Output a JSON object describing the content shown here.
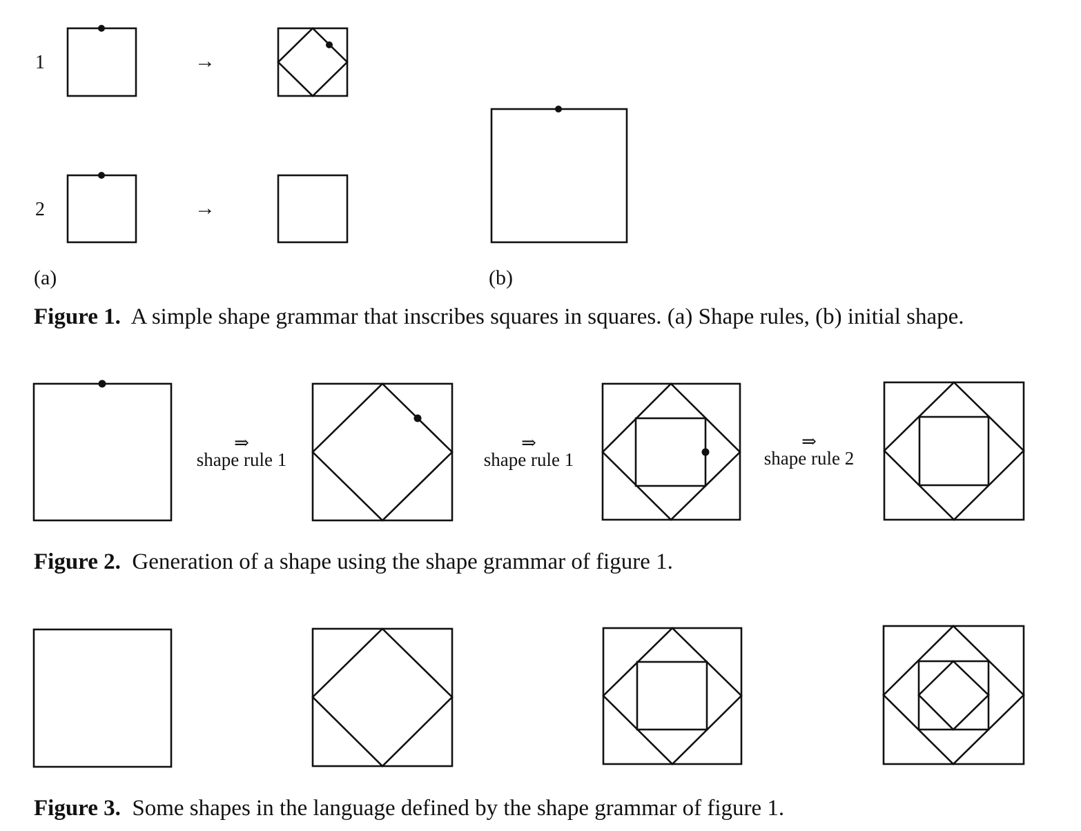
{
  "figure1": {
    "rules": [
      {
        "number": "1",
        "arrow": "→"
      },
      {
        "number": "2",
        "arrow": "→"
      }
    ],
    "label_a": "(a)",
    "label_b": "(b)",
    "caption_title": "Figure 1.",
    "caption_text": "A simple shape grammar that inscribes squares in squares. (a) Shape rules, (b) initial shape."
  },
  "figure2": {
    "steps": [
      {
        "arrow": "⇒",
        "label": "shape rule 1"
      },
      {
        "arrow": "⇒",
        "label": "shape rule 1"
      },
      {
        "arrow": "⇒",
        "label": "shape rule 2"
      }
    ],
    "caption_title": "Figure 2.",
    "caption_text": "Generation of a shape using the shape grammar of figure 1."
  },
  "figure3": {
    "caption_title": "Figure 3.",
    "caption_text": "Some shapes in the language defined by the shape grammar of figure 1."
  },
  "colors": {
    "ink": "#111111",
    "paper": "#ffffff"
  }
}
